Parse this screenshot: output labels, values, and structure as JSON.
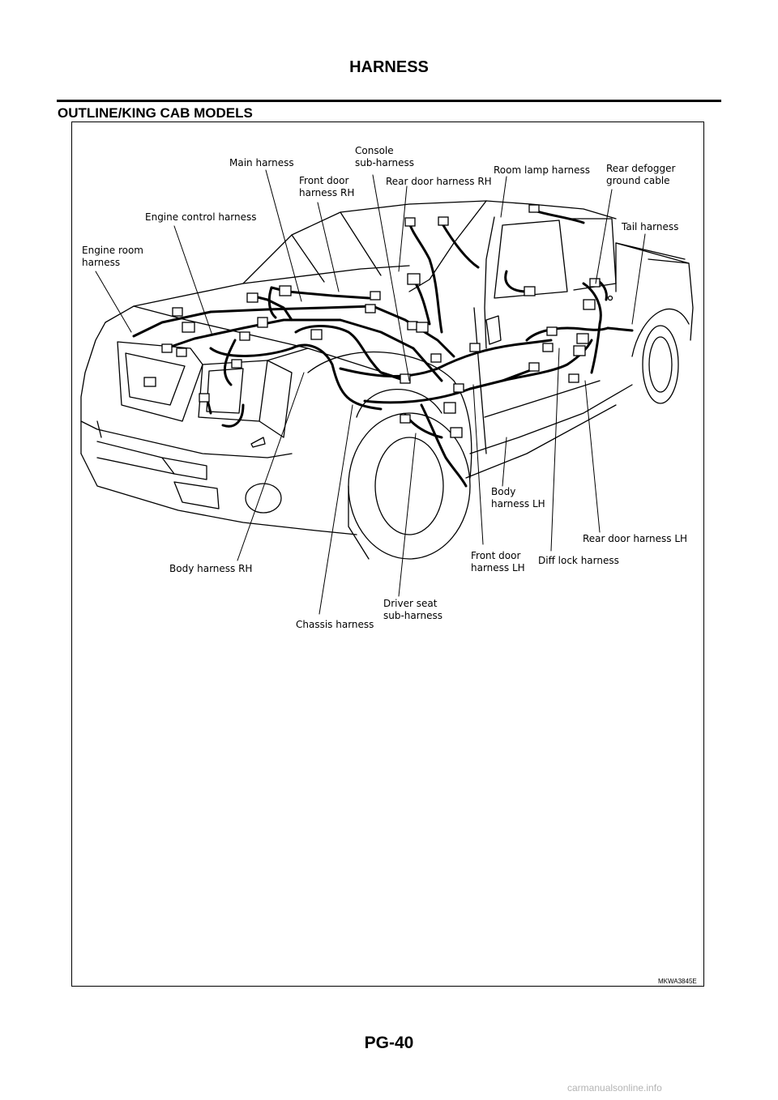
{
  "header": {
    "title": "HARNESS"
  },
  "section": {
    "title": "OUTLINE/KING CAB MODELS"
  },
  "figure": {
    "code": "MKWA3845E",
    "labels": {
      "main_harness": "Main harness",
      "console_sub_harness": "Console\nsub-harness",
      "front_door_harness_rh": "Front door\nharness RH",
      "rear_door_harness_rh": "Rear door harness RH",
      "room_lamp_harness": "Room lamp harness",
      "rear_defogger_ground_cable": "Rear defogger\nground cable",
      "engine_control_harness": "Engine control harness",
      "tail_harness": "Tail harness",
      "engine_room_harness": "Engine room\nharness",
      "body_harness_lh": "Body\nharness LH",
      "rear_door_harness_lh": "Rear door harness LH",
      "front_door_harness_lh": "Front door\nharness LH",
      "diff_lock_harness": "Diff lock harness",
      "body_harness_rh": "Body harness RH",
      "driver_seat_sub_harness": "Driver seat\nsub-harness",
      "chassis_harness": "Chassis harness"
    }
  },
  "footer": {
    "page_number": "PG-40"
  },
  "watermark": "carmanualsonline.info"
}
